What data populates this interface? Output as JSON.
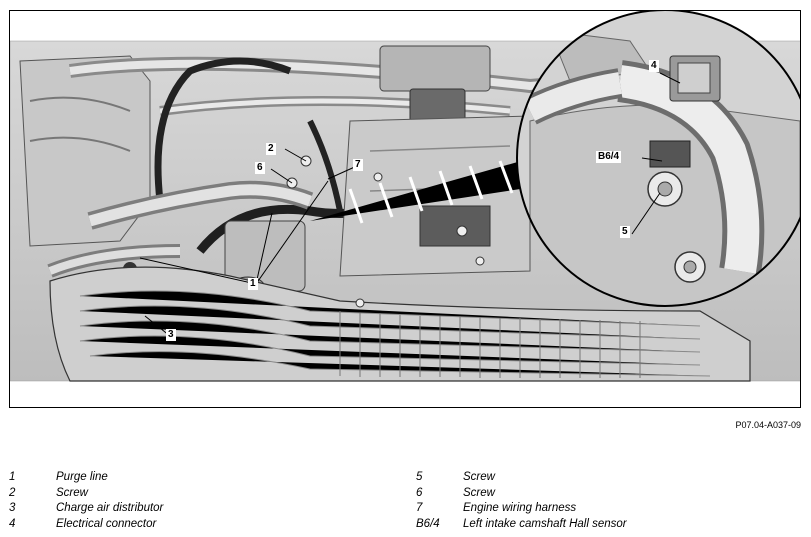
{
  "figure": {
    "code": "P07.04-A037-09",
    "callouts": {
      "c1": "1",
      "c2": "2",
      "c3": "3",
      "c4": "4",
      "c5": "5",
      "c6": "6",
      "c7": "7",
      "cb64": "B6/4"
    }
  },
  "legend": {
    "left": [
      {
        "key": "1",
        "text": "Purge line"
      },
      {
        "key": "2",
        "text": "Screw"
      },
      {
        "key": "3",
        "text": "Charge air distributor"
      },
      {
        "key": "4",
        "text": "Electrical connector"
      }
    ],
    "right": [
      {
        "key": "5",
        "text": "Screw"
      },
      {
        "key": "6",
        "text": "Screw"
      },
      {
        "key": "7",
        "text": "Engine wiring harness"
      },
      {
        "key": "B6/4",
        "text": "Left intake camshaft Hall sensor"
      }
    ]
  }
}
